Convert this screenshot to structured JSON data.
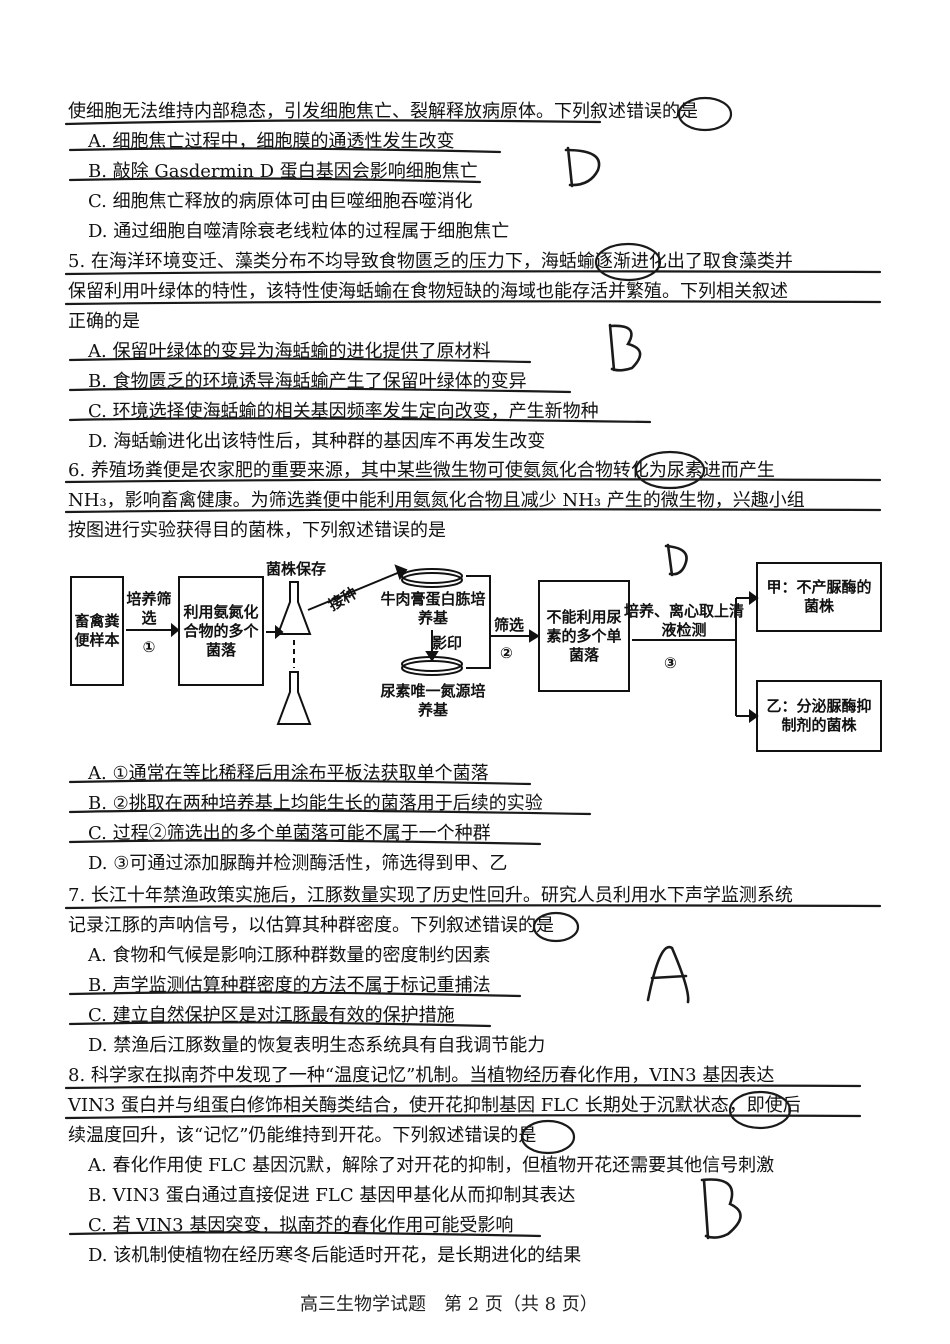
{
  "q4": {
    "stem_cont": "使细胞无法维持内部稳态，引发细胞焦亡、裂解释放病原体。下列叙述错误的是",
    "options": [
      "A. 细胞焦亡过程中，细胞膜的通透性发生改变",
      "B. 敲除 Gasdermin D 蛋白基因会影响细胞焦亡",
      "C. 细胞焦亡释放的病原体可由巨噬细胞吞噬消化",
      "D. 通过细胞自噬清除衰老线粒体的过程属于细胞焦亡"
    ],
    "answer_mark": "D"
  },
  "q5": {
    "stem_lines": [
      "5. 在海洋环境变迁、藻类分布不均导致食物匮乏的压力下，海蛞蝓逐渐进化出了取食藻类并",
      "保留利用叶绿体的特性，该特性使海蛞蝓在食物短缺的海域也能存活并繁殖。下列相关叙述",
      "正确的是"
    ],
    "options": [
      "A. 保留叶绿体的变异为海蛞蝓的进化提供了原材料",
      "B. 食物匮乏的环境诱导海蛞蝓产生了保留叶绿体的变异",
      "C. 环境选择使海蛞蝓的相关基因频率发生定向改变，产生新物种",
      "D. 海蛞蝓进化出该特性后，其种群的基因库不再发生改变"
    ],
    "answer_mark": "B"
  },
  "q6": {
    "stem_lines": [
      "6. 养殖场粪便是农家肥的重要来源，其中某些微生物可使氨氮化合物转化为尿素进而产生",
      "NH₃，影响畜禽健康。为筛选粪便中能利用氨氮化合物且减少 NH₃ 产生的微生物，兴趣小组",
      "按图进行实验获得目的菌株，下列叙述错误的是"
    ],
    "diagram": {
      "sample": "畜禽粪便样本",
      "step1": "培养筛选",
      "step1_num": "①",
      "colonies": "利用氨氮化合物的多个菌落",
      "storage": "菌株保存",
      "inoculate": "接种",
      "plate_top": "牛肉膏蛋白胨培养基",
      "replica": "影印",
      "plate_bottom": "尿素唯一氮源培养基",
      "step2": "筛选",
      "step2_num": "②",
      "selected": "不能利用尿素的多个单菌落",
      "step3": "培养、离心取上清液检测",
      "step3_num": "③",
      "result_a": "甲：不产脲酶的菌株",
      "result_b": "乙：分泌脲酶抑制剂的菌株"
    },
    "options": [
      "A. ①通常在等比稀释后用涂布平板法获取单个菌落",
      "B. ②挑取在两种培养基上均能生长的菌落用于后续的实验",
      "C. 过程②筛选出的多个单菌落可能不属于一个种群",
      "D. ③可通过添加脲酶并检测酶活性，筛选得到甲、乙"
    ],
    "answer_mark": "D"
  },
  "q7": {
    "stem_lines": [
      "7. 长江十年禁渔政策实施后，江豚数量实现了历史性回升。研究人员利用水下声学监测系统",
      "记录江豚的声呐信号，以估算其种群密度。下列叙述错误的是"
    ],
    "options": [
      "A. 食物和气候是影响江豚种群数量的密度制约因素",
      "B. 声学监测估算种群密度的方法不属于标记重捕法",
      "C. 建立自然保护区是对江豚最有效的保护措施",
      "D. 禁渔后江豚数量的恢复表明生态系统具有自我调节能力"
    ],
    "answer_mark": "A"
  },
  "q8": {
    "stem_lines": [
      "8. 科学家在拟南芥中发现了一种“温度记忆”机制。当植物经历春化作用，VIN3 基因表达",
      "VIN3 蛋白并与组蛋白修饰相关酶类结合，使开花抑制基因 FLC 长期处于沉默状态，即使后",
      "续温度回升，该“记忆”仍能维持到开花。下列叙述错误的是"
    ],
    "options": [
      "A. 春化作用使 FLC 基因沉默，解除了对开花的抑制，但植物开花还需要其他信号刺激",
      "B. VIN3 蛋白通过直接促进 FLC 基因甲基化从而抑制其表达",
      "C. 若 VIN3 基因突变，拟南芥的春化作用可能受影响",
      "D. 该机制使植物在经历寒冬后能适时开花，是长期进化的结果"
    ],
    "answer_mark": "B"
  },
  "footer": "高三生物学试题　第 2 页（共 8 页）",
  "colors": {
    "ink": "#111111",
    "pen": "#1a1a1a"
  }
}
